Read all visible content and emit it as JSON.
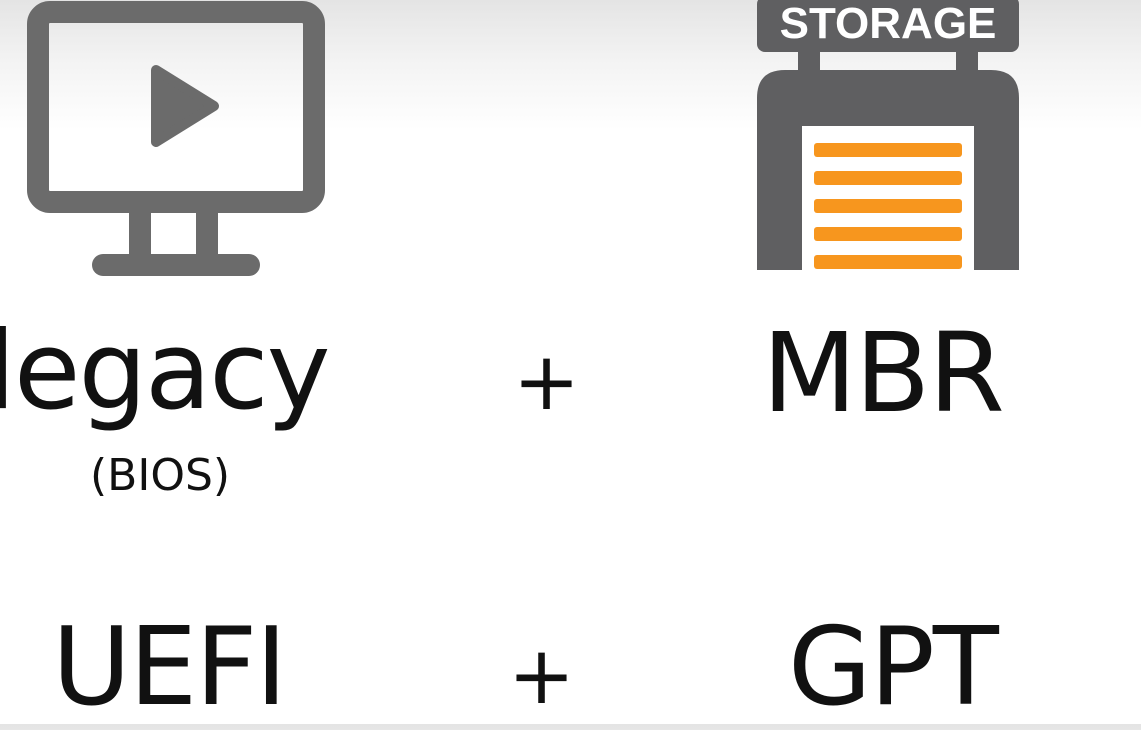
{
  "icons": {
    "monitor": "monitor-play-icon",
    "storage": "storage-warehouse-icon"
  },
  "storage_sign": "STORAGE",
  "colors": {
    "icon_gray": "#6b6b6b",
    "storage_gray": "#5f5f61",
    "shelf_orange": "#f7961e",
    "text": "#111111"
  },
  "rows": [
    {
      "firmware": "legacy",
      "firmware_sub": "(BIOS)",
      "operator": "+",
      "partition": "MBR"
    },
    {
      "firmware": "UEFI",
      "operator": "+",
      "partition": "GPT"
    }
  ]
}
